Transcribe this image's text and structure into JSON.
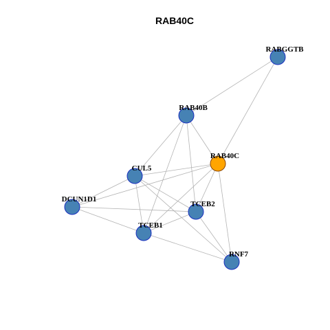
{
  "title": "RAB40C",
  "colors": {
    "node_fill": "#4682b4",
    "node_stroke": "#1a2fbf",
    "focus_fill": "#ffa500",
    "focus_stroke": "#8b4500",
    "edge": "#b3b3b3"
  },
  "nodes": [
    {
      "id": "RABGGTB",
      "label": "RABGGTB",
      "focus": false
    },
    {
      "id": "RAB40B",
      "label": "RAB40B",
      "focus": false
    },
    {
      "id": "RAB40C",
      "label": "RAB40C",
      "focus": true
    },
    {
      "id": "CUL5",
      "label": "CUL5",
      "focus": false
    },
    {
      "id": "DCUN1D1",
      "label": "DCUN1D1",
      "focus": false
    },
    {
      "id": "TCEB2",
      "label": "TCEB2",
      "focus": false
    },
    {
      "id": "TCEB1",
      "label": "TCEB1",
      "focus": false
    },
    {
      "id": "RNF7",
      "label": "RNF7",
      "focus": false
    }
  ],
  "edges": [
    [
      "RABGGTB",
      "RAB40B"
    ],
    [
      "RABGGTB",
      "RAB40C"
    ],
    [
      "RAB40B",
      "RAB40C"
    ],
    [
      "RAB40B",
      "CUL5"
    ],
    [
      "RAB40B",
      "TCEB2"
    ],
    [
      "RAB40B",
      "TCEB1"
    ],
    [
      "RAB40C",
      "CUL5"
    ],
    [
      "RAB40C",
      "DCUN1D1"
    ],
    [
      "RAB40C",
      "TCEB2"
    ],
    [
      "RAB40C",
      "TCEB1"
    ],
    [
      "RAB40C",
      "RNF7"
    ],
    [
      "CUL5",
      "DCUN1D1"
    ],
    [
      "CUL5",
      "TCEB2"
    ],
    [
      "CUL5",
      "TCEB1"
    ],
    [
      "CUL5",
      "RNF7"
    ],
    [
      "DCUN1D1",
      "TCEB2"
    ],
    [
      "DCUN1D1",
      "TCEB1"
    ],
    [
      "TCEB2",
      "TCEB1"
    ],
    [
      "TCEB2",
      "RNF7"
    ],
    [
      "TCEB1",
      "RNF7"
    ]
  ]
}
